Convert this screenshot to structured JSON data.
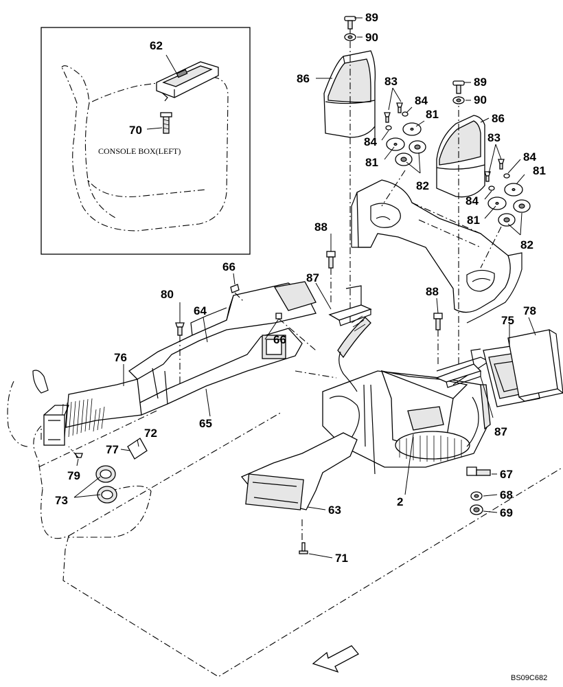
{
  "diagram": {
    "inset_label": "CONSOLE BOX(LEFT)",
    "drawing_code": "BS09C682",
    "callouts": {
      "c62": "62",
      "c70": "70",
      "c89a": "89",
      "c90a": "90",
      "c86a": "86",
      "c83a": "83",
      "c84a": "84",
      "c81a": "81",
      "c84b": "84",
      "c81b": "81",
      "c82a": "82",
      "c89b": "89",
      "c90b": "90",
      "c86b": "86",
      "c83b": "83",
      "c84c": "84",
      "c81c": "81",
      "c84d": "84",
      "c81d": "81",
      "c82b": "82",
      "c88a": "88",
      "c87a": "87",
      "c88b": "88",
      "c87b": "87",
      "c66a": "66",
      "c66b": "66",
      "c80": "80",
      "c64": "64",
      "c76": "76",
      "c65": "65",
      "c78": "78",
      "c75": "75",
      "c72": "72",
      "c77": "77",
      "c79": "79",
      "c73": "73",
      "c2": "2",
      "c63": "63",
      "c71": "71",
      "c67": "67",
      "c68": "68",
      "c69": "69"
    }
  }
}
